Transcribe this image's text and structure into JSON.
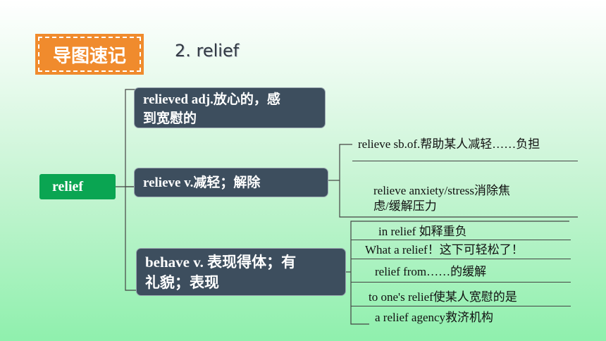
{
  "header": {
    "badge_label": "导图速记",
    "title": "2. relief"
  },
  "colors": {
    "badge": "#f08b2d",
    "root_node": "#0aa552",
    "branch_node": "#3d4e5e"
  },
  "mindmap": {
    "root": "relief",
    "branches": [
      {
        "line1": "relieved adj.放心的，感",
        "line2": "到宽慰的"
      },
      {
        "line1": "relieve v.减轻；解除"
      },
      {
        "line1": "behave v. 表现得体；有",
        "line2": "礼貌；表现"
      }
    ],
    "relieve_leaves": [
      {
        "line1": "relieve sb.of.帮助某人减轻……负担"
      },
      {
        "line1": "relieve anxiety/stress消除焦",
        "line2": "虑/缓解压力"
      }
    ],
    "behave_leaves": [
      "in relief 如释重负",
      "What a relief！这下可轻松了！",
      "relief from……的缓解",
      "to one's relief使某人宽慰的是",
      "a relief agency救济机构"
    ]
  }
}
